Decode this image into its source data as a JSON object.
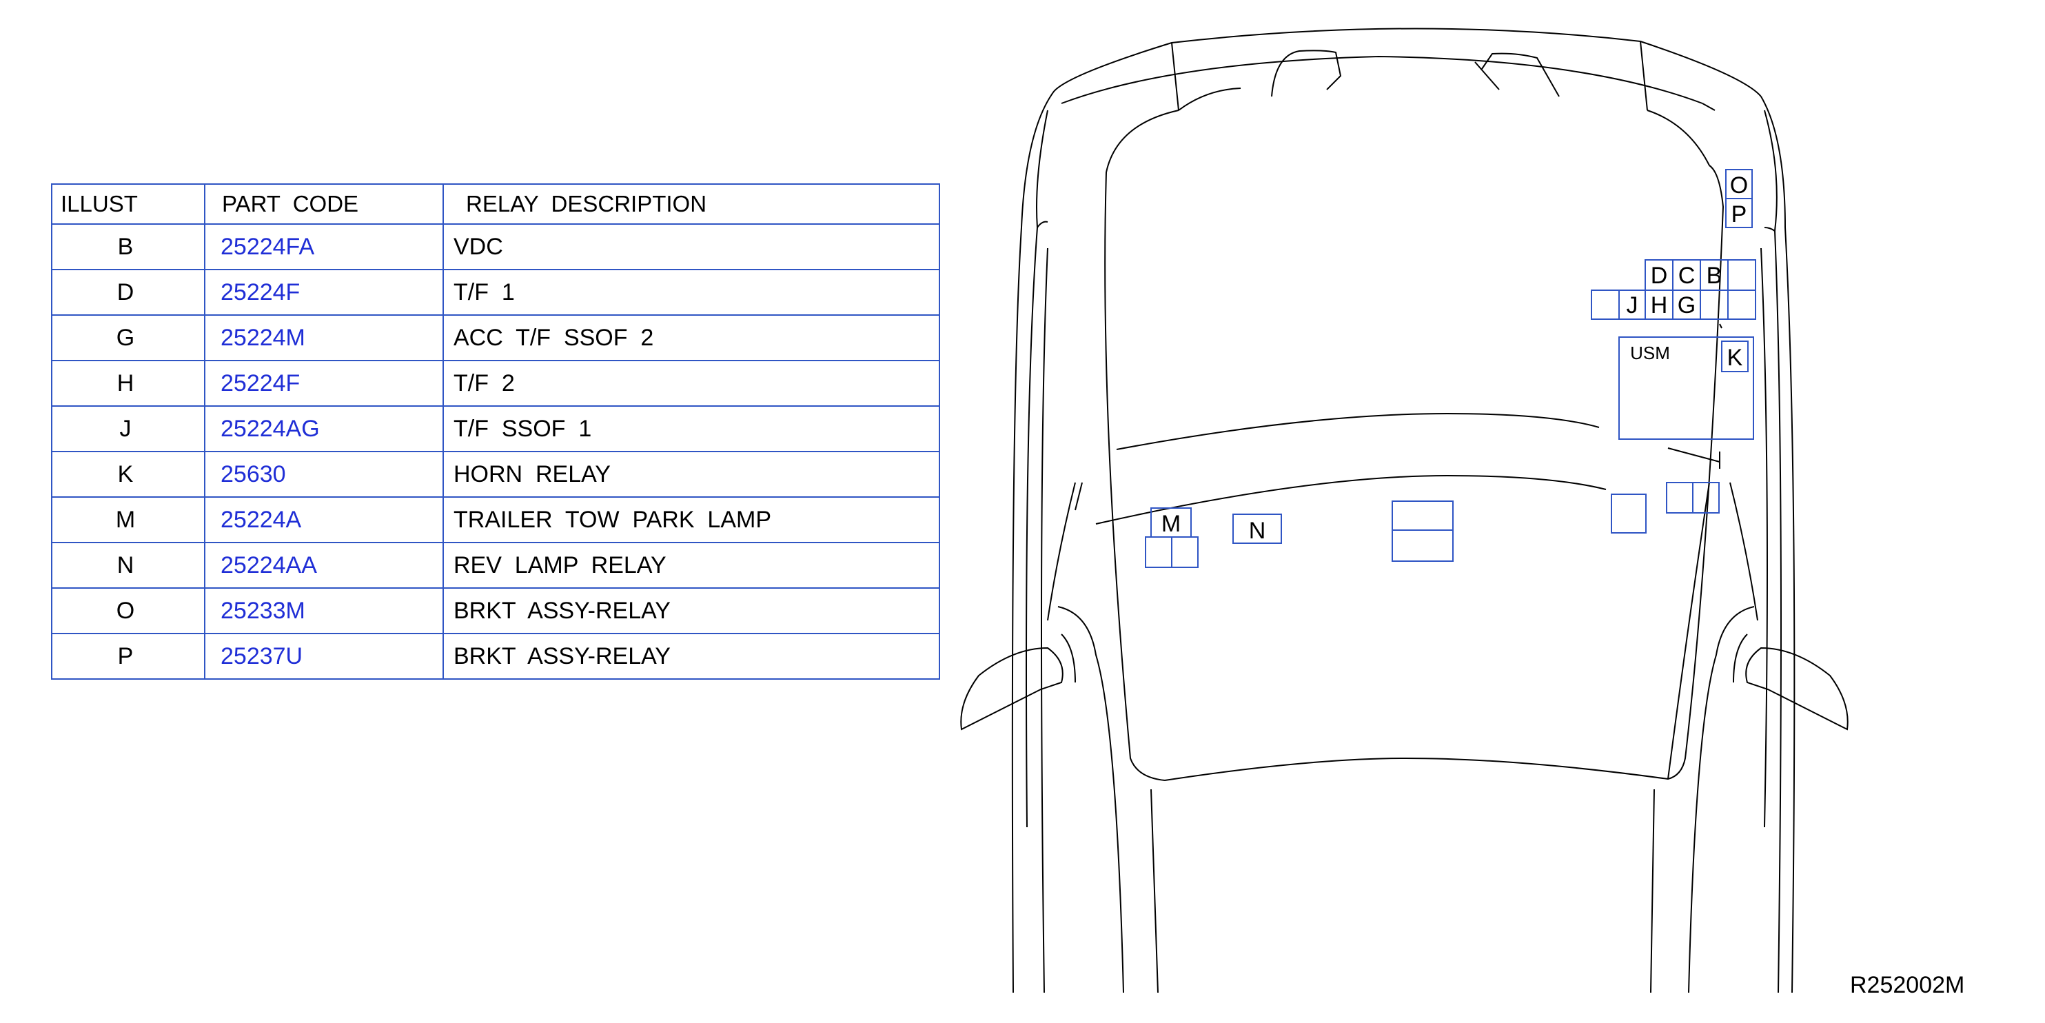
{
  "table": {
    "headers": [
      "ILLUST",
      "PART  CODE",
      "RELAY  DESCRIPTION"
    ],
    "rows": [
      {
        "illust": "B",
        "code": "25224FA",
        "desc": "VDC"
      },
      {
        "illust": "D",
        "code": "25224F",
        "desc": "T/F  1"
      },
      {
        "illust": "G",
        "code": "25224M",
        "desc": "ACC  T/F  SSOF  2"
      },
      {
        "illust": "H",
        "code": "25224F",
        "desc": "T/F  2"
      },
      {
        "illust": "J",
        "code": "25224AG",
        "desc": "T/F  SSOF  1"
      },
      {
        "illust": "K",
        "code": "25630",
        "desc": "HORN  RELAY"
      },
      {
        "illust": "M",
        "code": "25224A",
        "desc": "TRAILER  TOW  PARK  LAMP"
      },
      {
        "illust": "N",
        "code": "25224AA",
        "desc": "REV  LAMP  RELAY"
      },
      {
        "illust": "O",
        "code": "25233M",
        "desc": "BRKT  ASSY-RELAY"
      },
      {
        "illust": "P",
        "code": "25237U",
        "desc": "BRKT  ASSY-RELAY"
      }
    ]
  },
  "diagram": {
    "labels": {
      "O": "O",
      "P": "P",
      "D": "D",
      "C": "C",
      "B": "B",
      "J": "J",
      "H": "H",
      "G": "G",
      "K": "K",
      "M": "M",
      "N": "N",
      "usm": "USM"
    },
    "reference": "R252002M"
  },
  "colors": {
    "border": "#2f55c4",
    "link": "#1f2ed6",
    "outline": "#000000"
  }
}
